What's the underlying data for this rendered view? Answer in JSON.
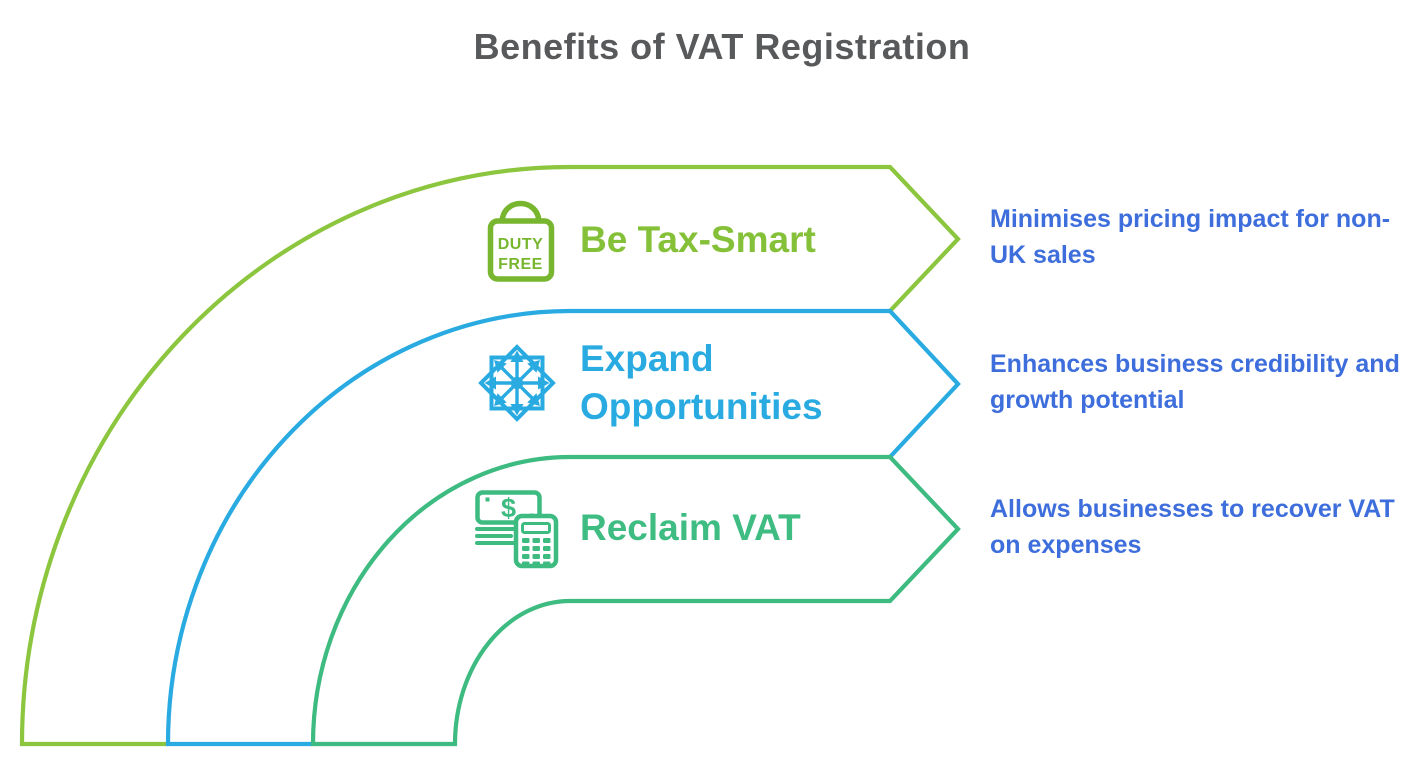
{
  "title": "Benefits of VAT Registration",
  "rows": [
    {
      "icon": "duty-free-bag-icon",
      "label": "Be Tax-Smart",
      "description": "Minimises pricing impact for non-UK sales",
      "color": "#8CC63F"
    },
    {
      "icon": "expand-arrows-icon",
      "label": "Expand Opportunities",
      "description": "Enhances business credibility and growth potential",
      "color": "#29ABE2"
    },
    {
      "icon": "money-calculator-icon",
      "label": "Reclaim VAT",
      "description": "Allows businesses to recover VAT on expenses",
      "color": "#3EBC82"
    }
  ],
  "icon_text": {
    "duty_line1": "DUTY",
    "duty_line2": "FREE",
    "dollar": "$"
  },
  "colors": {
    "arc_green": "#8CC63F",
    "icon_green": "#77B62E",
    "blue": "#29ABE2",
    "teal": "#3DBB80",
    "description_blue": "#3E6EDC",
    "title_gray": "#58595B",
    "background": "#FFFFFF"
  }
}
